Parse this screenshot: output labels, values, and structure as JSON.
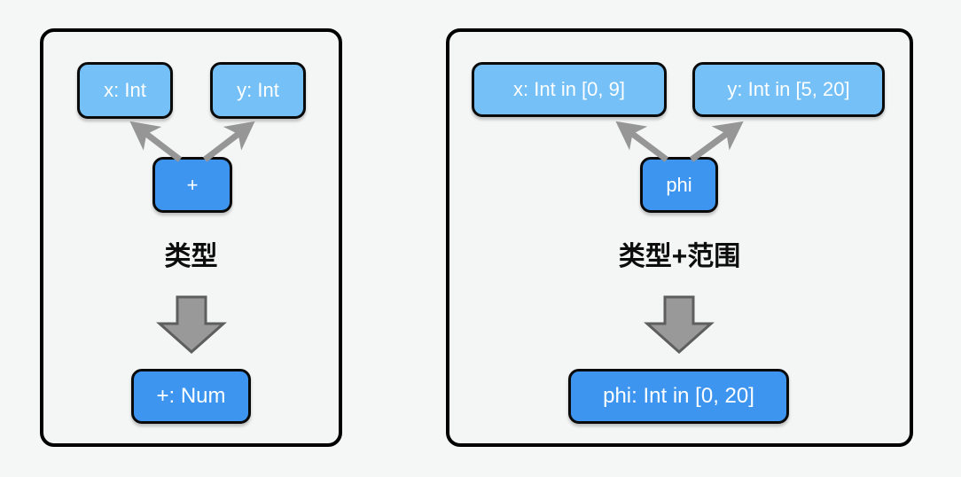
{
  "panels": [
    {
      "name": "type-only",
      "caption": "类型",
      "variables": [
        {
          "label": "x: Int"
        },
        {
          "label": "y: Int"
        }
      ],
      "operator": {
        "label": "+"
      },
      "result": {
        "label": "+: Num"
      }
    },
    {
      "name": "type-plus-range",
      "caption": "类型+范围",
      "variables": [
        {
          "label": "x: Int in [0, 9]"
        },
        {
          "label": "y: Int in [5, 20]"
        }
      ],
      "operator": {
        "label": "phi"
      },
      "result": {
        "label": "phi: Int in [0, 20]"
      }
    }
  ],
  "colors": {
    "background": "#f5f6f6",
    "panel_fill": "#f4f5f5",
    "panel_border": "#000000",
    "variable_node": "#74c0f7",
    "operator_node": "#3d95f0",
    "result_node": "#3d95f0",
    "node_border": "#0a0a0a",
    "node_text": "#ffffff",
    "edge_arrow": "#969696",
    "down_arrow_fill": "#999999",
    "down_arrow_stroke": "#5e5e5e",
    "caption_text": "#0d0d0d"
  }
}
